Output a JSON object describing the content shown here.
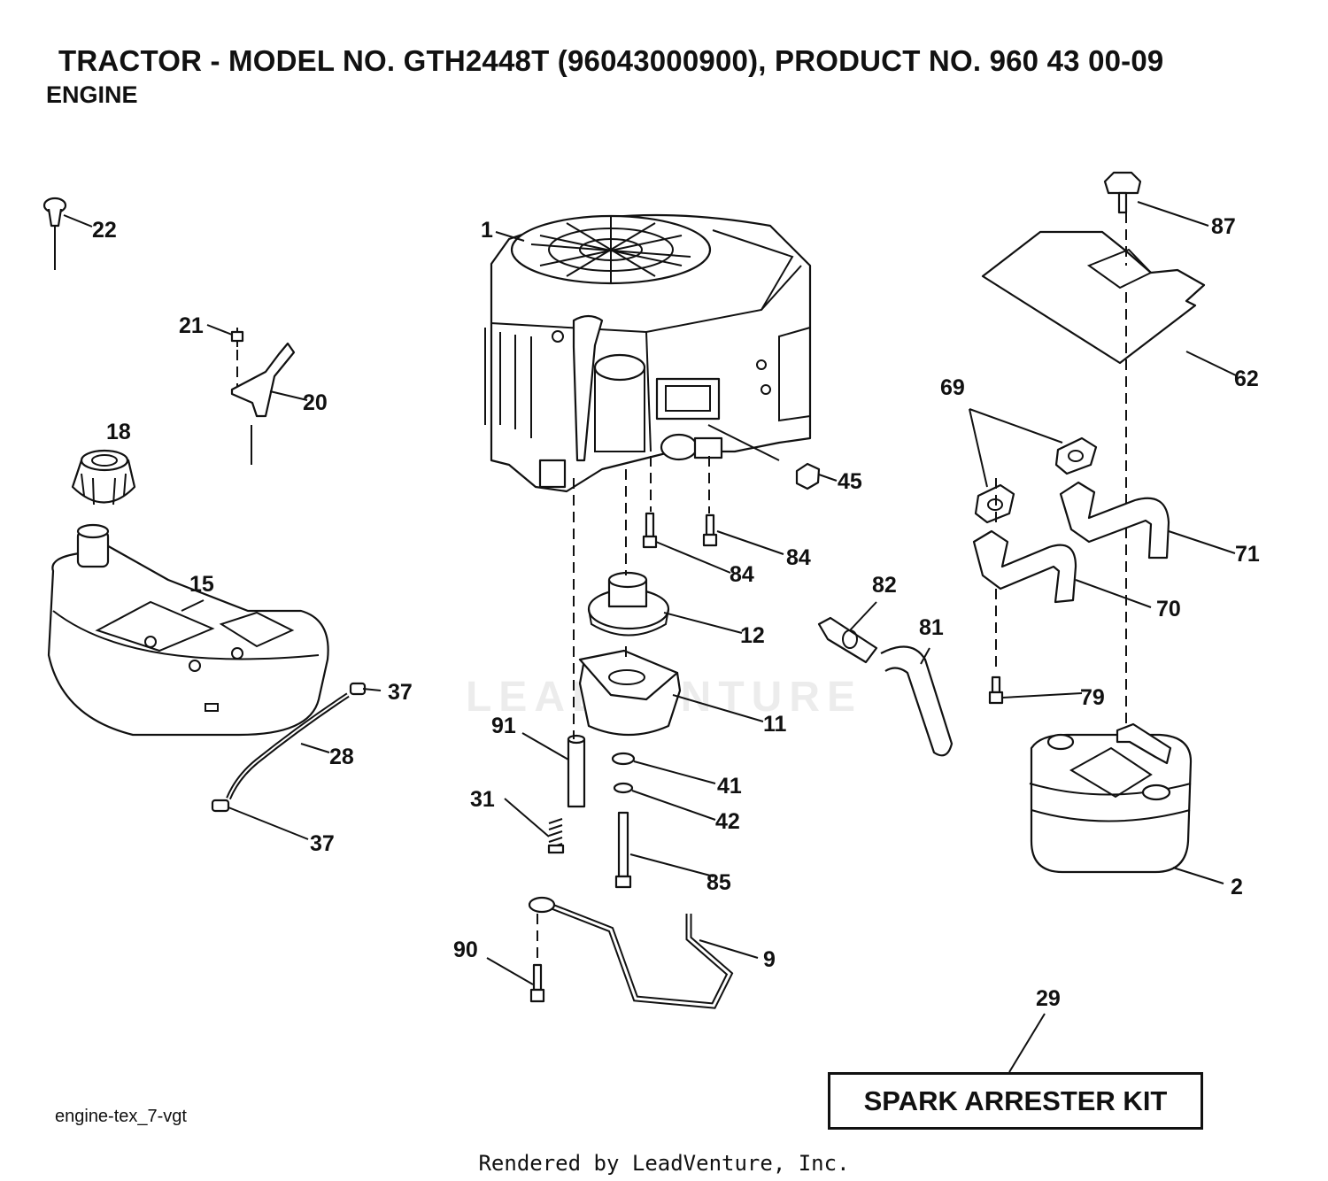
{
  "header": {
    "title": "TRACTOR - MODEL NO. GTH2448T (96043000900), PRODUCT NO. 960 43 00-09",
    "section": "ENGINE"
  },
  "diagram": {
    "callouts": {
      "c1": "1",
      "c2": "2",
      "c9": "9",
      "c11": "11",
      "c12": "12",
      "c15": "15",
      "c18": "18",
      "c20": "20",
      "c21": "21",
      "c22": "22",
      "c28": "28",
      "c29": "29",
      "c31": "31",
      "c37a": "37",
      "c37b": "37",
      "c41": "41",
      "c42": "42",
      "c45": "45",
      "c62": "62",
      "c69": "69",
      "c70": "70",
      "c71": "71",
      "c79": "79",
      "c81": "81",
      "c82": "82",
      "c84a": "84",
      "c84b": "84",
      "c85": "85",
      "c87": "87",
      "c90": "90",
      "c91": "91"
    },
    "kit_label": "SPARK ARRESTER KIT",
    "watermark": "LEADVENTURE"
  },
  "footer": {
    "drawing_code": "engine-tex_7-vgt",
    "rendered_by": "Rendered by LeadVenture, Inc."
  }
}
